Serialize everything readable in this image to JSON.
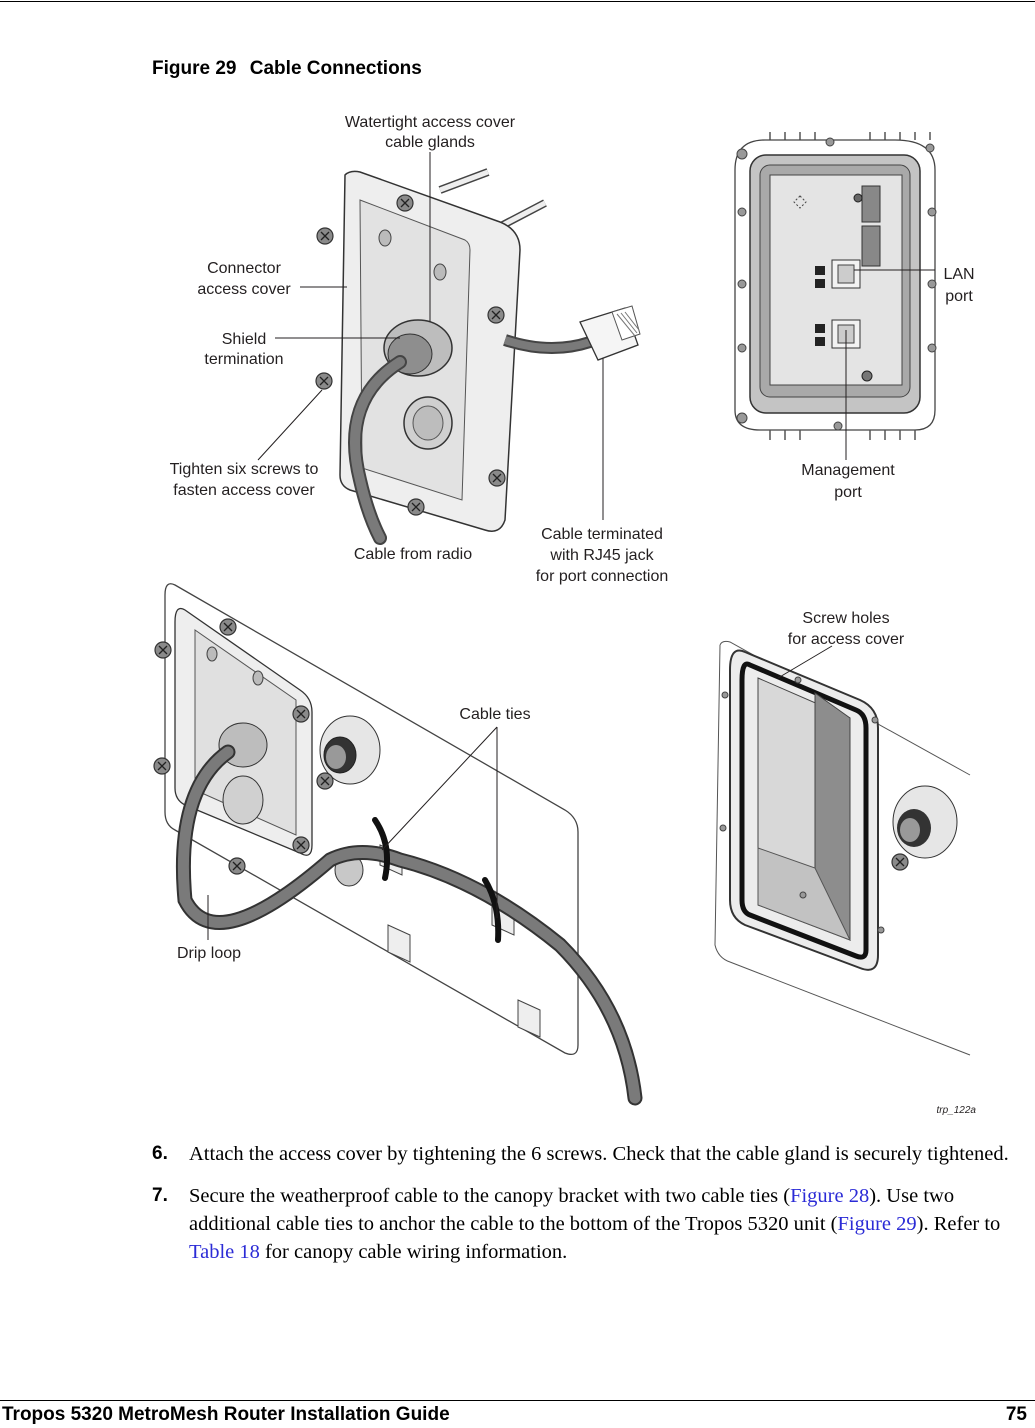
{
  "figure": {
    "number": "Figure 29",
    "title": "Cable Connections",
    "labels": {
      "watertight_1": "Watertight access cover",
      "watertight_2": "cable glands",
      "connector_1": "Connector",
      "connector_2": "access cover",
      "shield_1": "Shield",
      "shield_2": "termination",
      "tighten_1": "Tighten six screws to",
      "tighten_2": "fasten access cover",
      "cable_radio": "Cable from radio",
      "rj45_1": "Cable terminated",
      "rj45_2": "with RJ45 jack",
      "rj45_3": "for port connection",
      "lan_1": "LAN",
      "lan_2": "port",
      "mgmt_1": "Management",
      "mgmt_2": "port",
      "screwholes_1": "Screw holes",
      "screwholes_2": "for access cover",
      "cable_ties": "Cable ties",
      "drip_loop": "Drip loop",
      "tag": "trp_122a"
    }
  },
  "steps": [
    {
      "number": "6.",
      "text": "Attach the access cover by tightening the 6 screws. Check that the cable gland is securely tightened."
    },
    {
      "number": "7.",
      "text_a": "Secure the weatherproof cable to the canopy bracket with two cable ties (",
      "link_a": "Figure 28",
      "text_b": "). Use two additional cable ties to anchor the cable to the bottom of the Tropos 5320 unit (",
      "link_b": "Figure 29",
      "text_c": "). Refer to ",
      "link_c": "Table 18",
      "text_d": " for canopy cable wiring information."
    }
  ],
  "footer": {
    "title": "Tropos 5320 MetroMesh Router Installation Guide",
    "page": "75"
  },
  "colors": {
    "link": "#2b2bd6",
    "metal": "#e6e6e6",
    "cable": "#6d6d6d"
  }
}
